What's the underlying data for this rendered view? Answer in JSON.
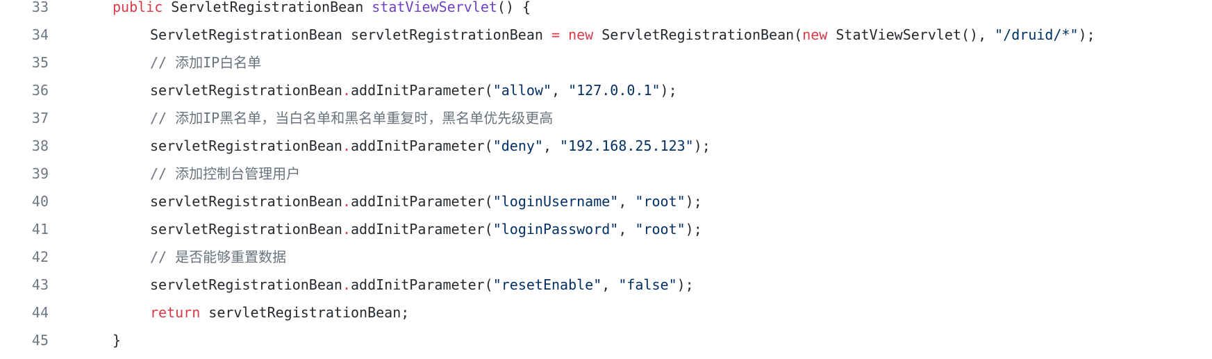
{
  "code": {
    "lines": [
      {
        "num": "33",
        "parts": {
          "kw1": "public",
          "t1": " ServletRegistrationBean ",
          "fn1": "statViewServlet",
          "t2": "() {"
        }
      },
      {
        "num": "34",
        "parts": {
          "t1": "ServletRegistrationBean servletRegistrationBean ",
          "op": "=",
          "t2": " ",
          "kw1": "new",
          "t3": " ServletRegistrationBean(",
          "kw2": "new",
          "t4": " StatViewServlet(), ",
          "s1": "\"/druid/*\"",
          "t5": ");"
        }
      },
      {
        "num": "35",
        "parts": {
          "c1": "// 添加IP白名单"
        }
      },
      {
        "num": "36",
        "parts": {
          "t1": "servletRegistrationBean",
          "dot": ".",
          "t2": "addInitParameter(",
          "s1": "\"allow\"",
          "t3": ", ",
          "s2": "\"127.0.0.1\"",
          "t4": ");"
        }
      },
      {
        "num": "37",
        "parts": {
          "c1": "// 添加IP黑名单，当白名单和黑名单重复时，黑名单优先级更高"
        }
      },
      {
        "num": "38",
        "parts": {
          "t1": "servletRegistrationBean",
          "dot": ".",
          "t2": "addInitParameter(",
          "s1": "\"deny\"",
          "t3": ", ",
          "s2": "\"192.168.25.123\"",
          "t4": ");"
        }
      },
      {
        "num": "39",
        "parts": {
          "c1": "// 添加控制台管理用户"
        }
      },
      {
        "num": "40",
        "parts": {
          "t1": "servletRegistrationBean",
          "dot": ".",
          "t2": "addInitParameter(",
          "s1": "\"loginUsername\"",
          "t3": ", ",
          "s2": "\"root\"",
          "t4": ");"
        }
      },
      {
        "num": "41",
        "parts": {
          "t1": "servletRegistrationBean",
          "dot": ".",
          "t2": "addInitParameter(",
          "s1": "\"loginPassword\"",
          "t3": ", ",
          "s2": "\"root\"",
          "t4": ");"
        }
      },
      {
        "num": "42",
        "parts": {
          "c1": "// 是否能够重置数据"
        }
      },
      {
        "num": "43",
        "parts": {
          "t1": "servletRegistrationBean",
          "dot": ".",
          "t2": "addInitParameter(",
          "s1": "\"resetEnable\"",
          "t3": ", ",
          "s2": "\"false\"",
          "t4": ");"
        }
      },
      {
        "num": "44",
        "parts": {
          "kw1": "return",
          "t1": " servletRegistrationBean;"
        }
      },
      {
        "num": "45",
        "parts": {
          "t1": "}"
        }
      }
    ]
  },
  "colors": {
    "keyword": "#d73a49",
    "function": "#6f42c1",
    "string": "#032f62",
    "comment": "#6a737d",
    "text": "#24292e",
    "line_number": "#6e7781"
  }
}
